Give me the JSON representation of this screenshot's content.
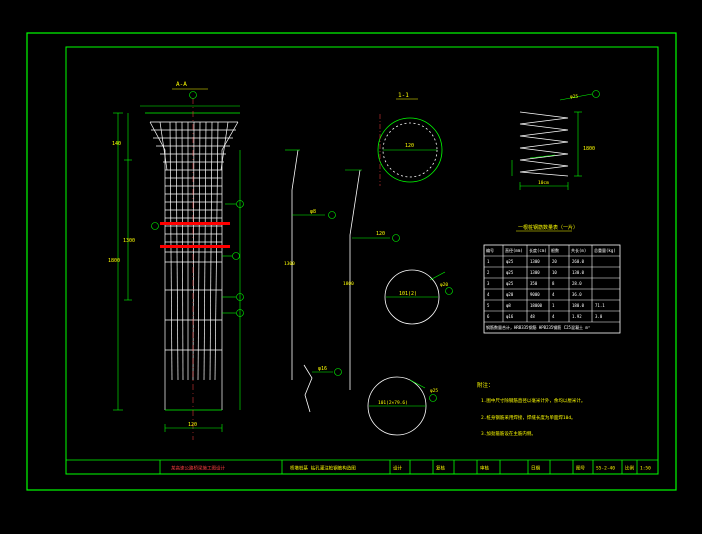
{
  "drawing": {
    "section_label": "1-1",
    "elevation_label": "A-A",
    "colors": {
      "frame": "#00ff00",
      "rebar": "#ffffff",
      "dim": "#00ff00",
      "text": "#ffff00",
      "accent": "#ff0000"
    }
  },
  "table": {
    "title": "一根桩钢筋数量表（一片）",
    "headers": [
      "编号",
      "直径(mm)",
      "长度(cm)",
      "根数",
      "共长(m)",
      "总重量(kg)"
    ],
    "rows": [
      [
        "1",
        "φ25",
        "1300",
        "20",
        "260.0",
        ""
      ],
      [
        "2",
        "φ25",
        "1300",
        "10",
        "130.0",
        ""
      ],
      [
        "3",
        "φ25",
        "350",
        "8",
        "28.0",
        ""
      ],
      [
        "4",
        "φ20",
        "9000",
        "4",
        "36.0",
        ""
      ],
      [
        "5",
        "φ8",
        "18000",
        "1",
        "180.0",
        "71.1"
      ],
      [
        "6",
        "φ16",
        "48",
        "4",
        "1.92",
        "3.0"
      ]
    ],
    "note_row": "钢筋数量合计，HRB335钢筋 HPB235钢筋 C25混凝土 m³"
  },
  "notes": {
    "title": "附注：",
    "items": [
      "1.图中尺寸除钢筋直径以毫米计外，余均以厘米计。",
      "2.桩身钢筋采用焊接，焊缝长度为单面焊10d。",
      "3.加劲箍筋设在主筋内侧。"
    ]
  },
  "labels": {
    "circle_dim_1": "120",
    "circle_dim_2": "101(2)",
    "circle_dim_3": "101(2×79.6)",
    "spiral_dim": "1800",
    "spiral_pitch": "10cm",
    "bar_label_1": "φ8",
    "bar_label_2": "120",
    "bar_label_3": "φ25",
    "bar_label_4": "φ20",
    "bar_label_5": "φ16",
    "bar_label_6": "φ25",
    "dim_top": "140",
    "dim_mid": "1300",
    "dim_total": "1800",
    "dim_bottom": "120"
  },
  "title_block": {
    "project": "某高速公路桥梁施工图设计",
    "drawing_name": "桥墩桩基 钻孔灌注桩钢筋构造图",
    "design": "设计",
    "check": "复核",
    "review": "审核",
    "date": "日期",
    "drawing_no_label": "图号",
    "drawing_no": "S5-2-40",
    "scale_label": "比例",
    "scale": "1:50"
  }
}
